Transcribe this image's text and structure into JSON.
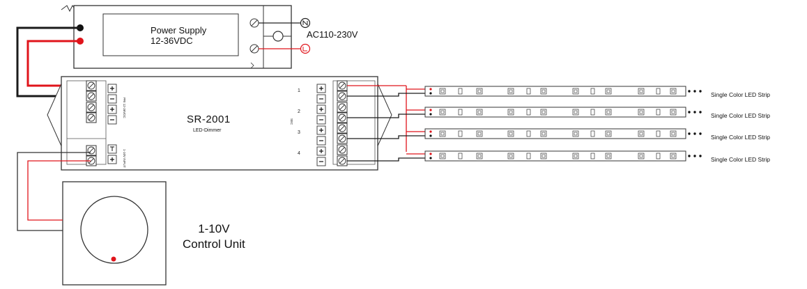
{
  "power_supply": {
    "line1": "Power Supply",
    "line2": "12-36VDC"
  },
  "mains": {
    "label": "AC110-230V",
    "neutral_symbol": "N",
    "live_symbol": "L"
  },
  "dimmer": {
    "model": "SR-2001",
    "subtitle": "LED-Dimmer",
    "input_label": "PRI 12-36VDC",
    "control_label": "1-10V INPUT",
    "output_label": "SEC",
    "channels": [
      "1",
      "2",
      "3",
      "4"
    ]
  },
  "strips": [
    {
      "label": "Single Color LED Strip"
    },
    {
      "label": "Single Color LED Strip"
    },
    {
      "label": "Single Color LED Strip"
    },
    {
      "label": "Single Color LED Strip"
    }
  ],
  "control_unit": {
    "line1": "1-10V",
    "line2": "Control Unit"
  },
  "colors": {
    "positive_wire": "#e0141b",
    "negative_wire": "#1a1a1a",
    "outline": "#333333"
  }
}
